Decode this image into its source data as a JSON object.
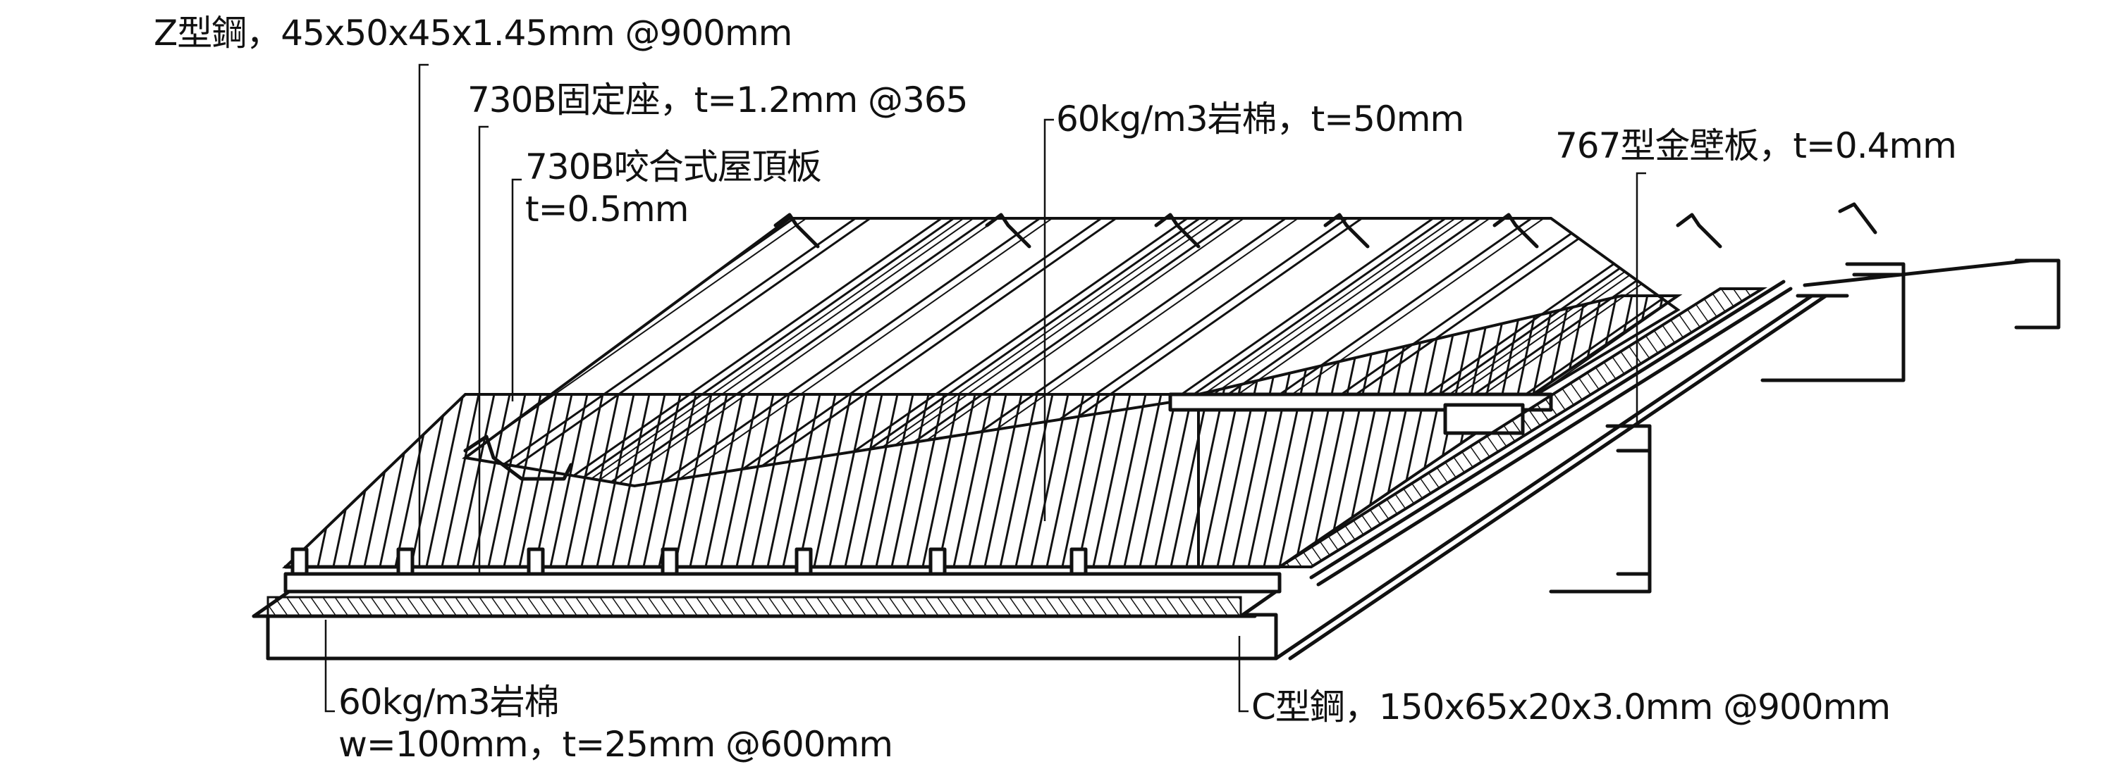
{
  "diagram": {
    "type": "roof-assembly-isometric",
    "line_color": "#111111",
    "background": "#ffffff",
    "labels": {
      "z_purlin": "Z型鋼，45x50x45x1.45mm @900mm",
      "clip": "730B固定座，t=1.2mm @365",
      "roof_panel_line1": "730B咬合式屋頂板",
      "roof_panel_line2": "t=0.5mm",
      "rockwool_top": "60kg/m3岩棉，t=50mm",
      "wall_panel": "767型金壁板，t=0.4mm",
      "rockwool_strip_line1": "60kg/m3岩棉",
      "rockwool_strip_line2": "w=100mm，t=25mm @600mm",
      "c_purlin": "C型鋼，150x65x20x3.0mm @900mm"
    },
    "components": [
      {
        "id": "z-purlin",
        "name": "Z型鋼",
        "spec": "45x50x45x1.45mm",
        "spacing": "@900mm"
      },
      {
        "id": "clip",
        "name": "730B固定座",
        "thickness": "t=1.2mm",
        "spacing": "@365"
      },
      {
        "id": "roof-panel",
        "name": "730B咬合式屋頂板",
        "thickness": "t=0.5mm"
      },
      {
        "id": "rockwool-blanket",
        "name": "60kg/m3岩棉",
        "thickness": "t=50mm"
      },
      {
        "id": "wall-panel",
        "name": "767型金壁板",
        "thickness": "t=0.4mm"
      },
      {
        "id": "rockwool-strip",
        "name": "60kg/m3岩棉",
        "width": "w=100mm",
        "thickness": "t=25mm",
        "spacing": "@600mm"
      },
      {
        "id": "c-purlin",
        "name": "C型鋼",
        "spec": "150x65x20x3.0mm",
        "spacing": "@900mm"
      }
    ]
  }
}
